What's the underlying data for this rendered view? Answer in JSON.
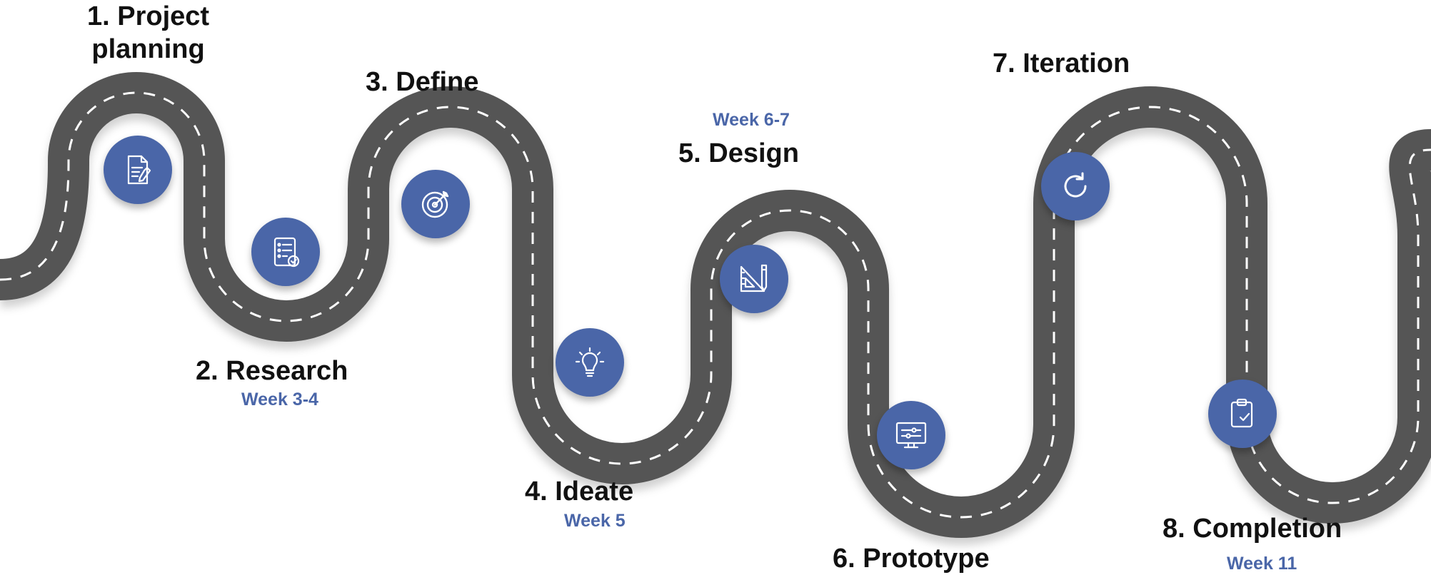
{
  "road": {
    "color": "#555555",
    "dash_color": "#ffffff",
    "shadow_color": "#e6e6e6"
  },
  "accent": "#4a66a8",
  "steps": [
    {
      "title": "1. Project\nplanning",
      "week": "",
      "icon": "document-pen-icon"
    },
    {
      "title": "2. Research",
      "week": "Week 3-4",
      "icon": "checklist-icon"
    },
    {
      "title": "3. Define",
      "week": "",
      "icon": "target-icon"
    },
    {
      "title": "4. Ideate",
      "week": "Week 5",
      "icon": "lightbulb-icon"
    },
    {
      "title": "5. Design",
      "week": "Week 6-7",
      "icon": "ruler-pencil-icon"
    },
    {
      "title": "6. Prototype",
      "week": "",
      "icon": "monitor-sliders-icon"
    },
    {
      "title": "7. Iteration",
      "week": "",
      "icon": "refresh-icon"
    },
    {
      "title": "8. Completion",
      "week": "Week 11",
      "icon": "clipboard-check-icon"
    }
  ]
}
